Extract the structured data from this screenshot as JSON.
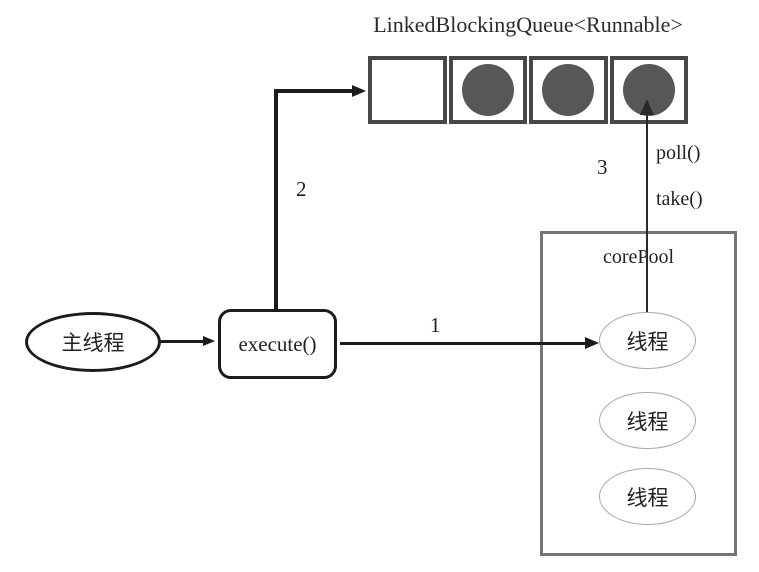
{
  "title": "LinkedBlockingQueue<Runnable>",
  "queue": {
    "cells": [
      {
        "filled": false
      },
      {
        "filled": true
      },
      {
        "filled": true
      },
      {
        "filled": true
      }
    ]
  },
  "main_thread": {
    "label": "主线程"
  },
  "execute": {
    "label": "execute()"
  },
  "core_pool": {
    "label": "corePool",
    "threads": [
      {
        "label": "线程"
      },
      {
        "label": "线程"
      },
      {
        "label": "线程"
      }
    ]
  },
  "steps": {
    "step1": "1",
    "step2": "2",
    "step3": "3"
  },
  "queue_ops": {
    "poll": "poll()",
    "take": "take()"
  },
  "colors": {
    "line": "#1c1c1c",
    "queue_border": "#474747",
    "task_fill": "#575757",
    "pool_border": "#757575",
    "thread_border": "#a8a8a8",
    "thin_arrow": "#2a2a2a",
    "text": "#222222",
    "background": "#ffffff"
  }
}
